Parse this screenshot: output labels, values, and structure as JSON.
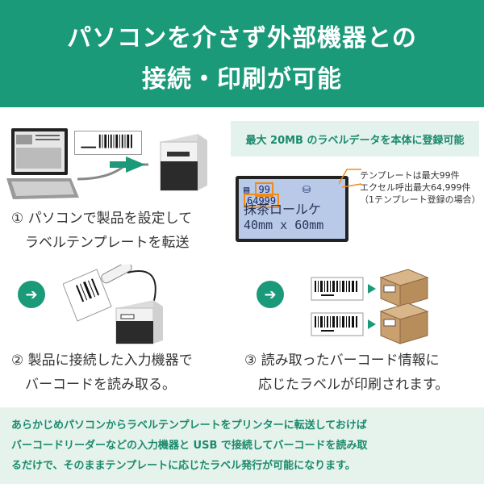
{
  "header": {
    "line1": "パソコンを介さず外部機器との",
    "line2": "接続・印刷が可能"
  },
  "step1": {
    "line1": "① パソコンで製品を設定して",
    "line2": "　ラベルテンプレートを転送"
  },
  "step2": {
    "line1": "② 製品に接続した入力機器で",
    "line2": "　バーコードを読み取る。"
  },
  "step3": {
    "line1": "③ 読み取ったバーコード情報に",
    "line2": "　応じたラベルが印刷されます。"
  },
  "feature_label": "最大 20MB のラベルデータを本体に登録可能",
  "lcd": {
    "template_num": "99",
    "excel_num": "64999",
    "text_line": "抹茶ロールケ",
    "size_line": "40mm x 60mm"
  },
  "callouts": {
    "line1": "テンプレートは最大99件",
    "line2": "エクセル呼出最大64,999件",
    "line3": "（1テンプレート登録の場合）"
  },
  "footer": {
    "line1": "あらかじめパソコンからラベルテンプレートをプリンターに転送しておけば",
    "line2": "バーコードリーダーなどの入力機器と USB で接続してバーコードを読み取",
    "line3": "るだけで、そのままテンプレートに応じたラベル発行が可能になります。"
  },
  "colors": {
    "brand": "#1b9a7a",
    "accent": "#f08b18",
    "lcd_bg": "#b9c9e8"
  },
  "icons": [
    "laptop-icon",
    "printer-icon",
    "barcode-icon",
    "scanner-icon",
    "box-icon",
    "arrow-right-icon"
  ]
}
